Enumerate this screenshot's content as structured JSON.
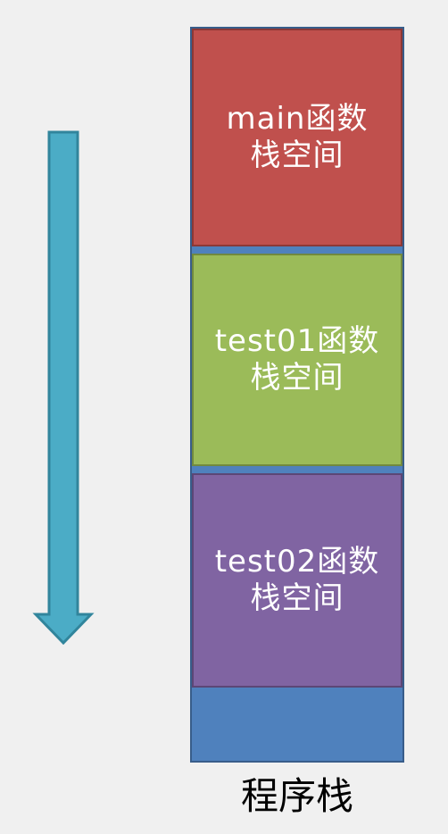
{
  "direction_arrow": {
    "icon": "down-arrow-icon",
    "color": "#4bacc6"
  },
  "stack": {
    "frames": [
      {
        "label": "main函数\n栈空间",
        "color": "#c0504d"
      },
      {
        "label": "test01函数\n栈空间",
        "color": "#9bbb59"
      },
      {
        "label": "test02函数\n栈空间",
        "color": "#8064a2"
      }
    ],
    "free_space_color": "#4f81bd",
    "caption": "程序栈"
  }
}
